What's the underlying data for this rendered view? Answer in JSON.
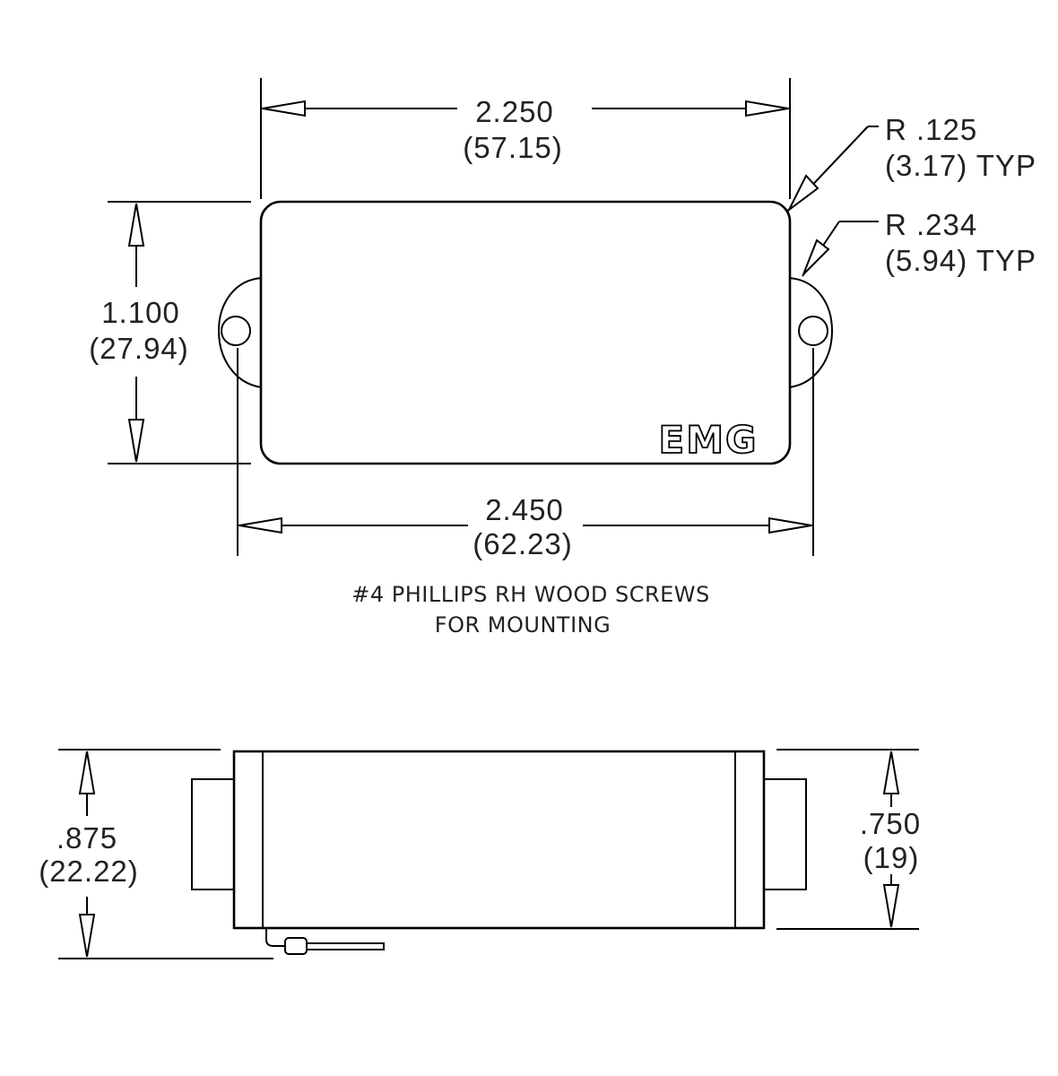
{
  "top_view": {
    "overall_width": {
      "inch": "2.250",
      "mm": "(57.15)"
    },
    "corner_radius": {
      "line1": "R .125",
      "line2": "(3.17) TYP"
    },
    "ear_radius": {
      "line1": "R .234",
      "line2": "(5.94) TYP"
    },
    "height": {
      "inch": "1.100",
      "mm": "(27.94)"
    },
    "mounting_width": {
      "inch": "2.450",
      "mm": "(62.23)"
    },
    "logo": "EMG"
  },
  "note": {
    "line1": "#4 PHILLIPS RH WOOD SCREWS",
    "line2": "FOR MOUNTING"
  },
  "side_view": {
    "overall_height": {
      "inch": ".875",
      "mm": "(22.22)"
    },
    "body_height": {
      "inch": ".750",
      "mm": "(19)"
    }
  }
}
